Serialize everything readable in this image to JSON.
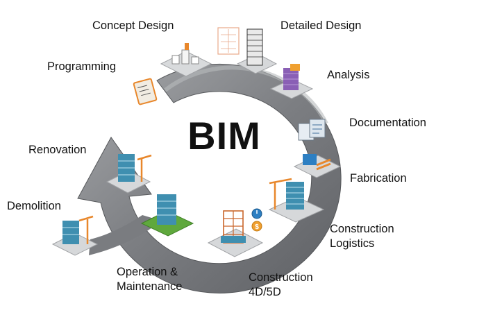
{
  "center": {
    "title": "BIM"
  },
  "phases": {
    "concept_design": "Concept Design",
    "detailed_design": "Detailed Design",
    "programming": "Programming",
    "analysis": "Analysis",
    "documentation": "Documentation",
    "renovation": "Renovation",
    "fabrication": "Fabrication",
    "demolition": "Demolition",
    "construction_logistics": [
      "Construction",
      "Logistics"
    ],
    "operation_maintenance": [
      "Operation &",
      "Maintenance"
    ],
    "construction_4d5d": [
      "Construction",
      "4D/5D"
    ]
  },
  "colors": {
    "ring": "#6f7175",
    "ring_light": "#9a9c9f",
    "tile": "#d6d8da",
    "building_blue": "#3f8fb0",
    "crane_orange": "#e8872b",
    "grass_green": "#5fa83d",
    "purple": "#8a5fb5"
  },
  "icons": [
    "blueprint-tower-icon",
    "skyscraper-icon",
    "analysis-building-icon",
    "documentation-sheets-icon",
    "fabrication-machine-icon",
    "construction-crane-icon",
    "building-frame-icon",
    "green-lot-building-icon",
    "renovation-building-icon",
    "demolition-building-icon",
    "clipboard-icon",
    "concept-blocks-icon",
    "stopwatch-icon",
    "cost-coin-icon"
  ]
}
